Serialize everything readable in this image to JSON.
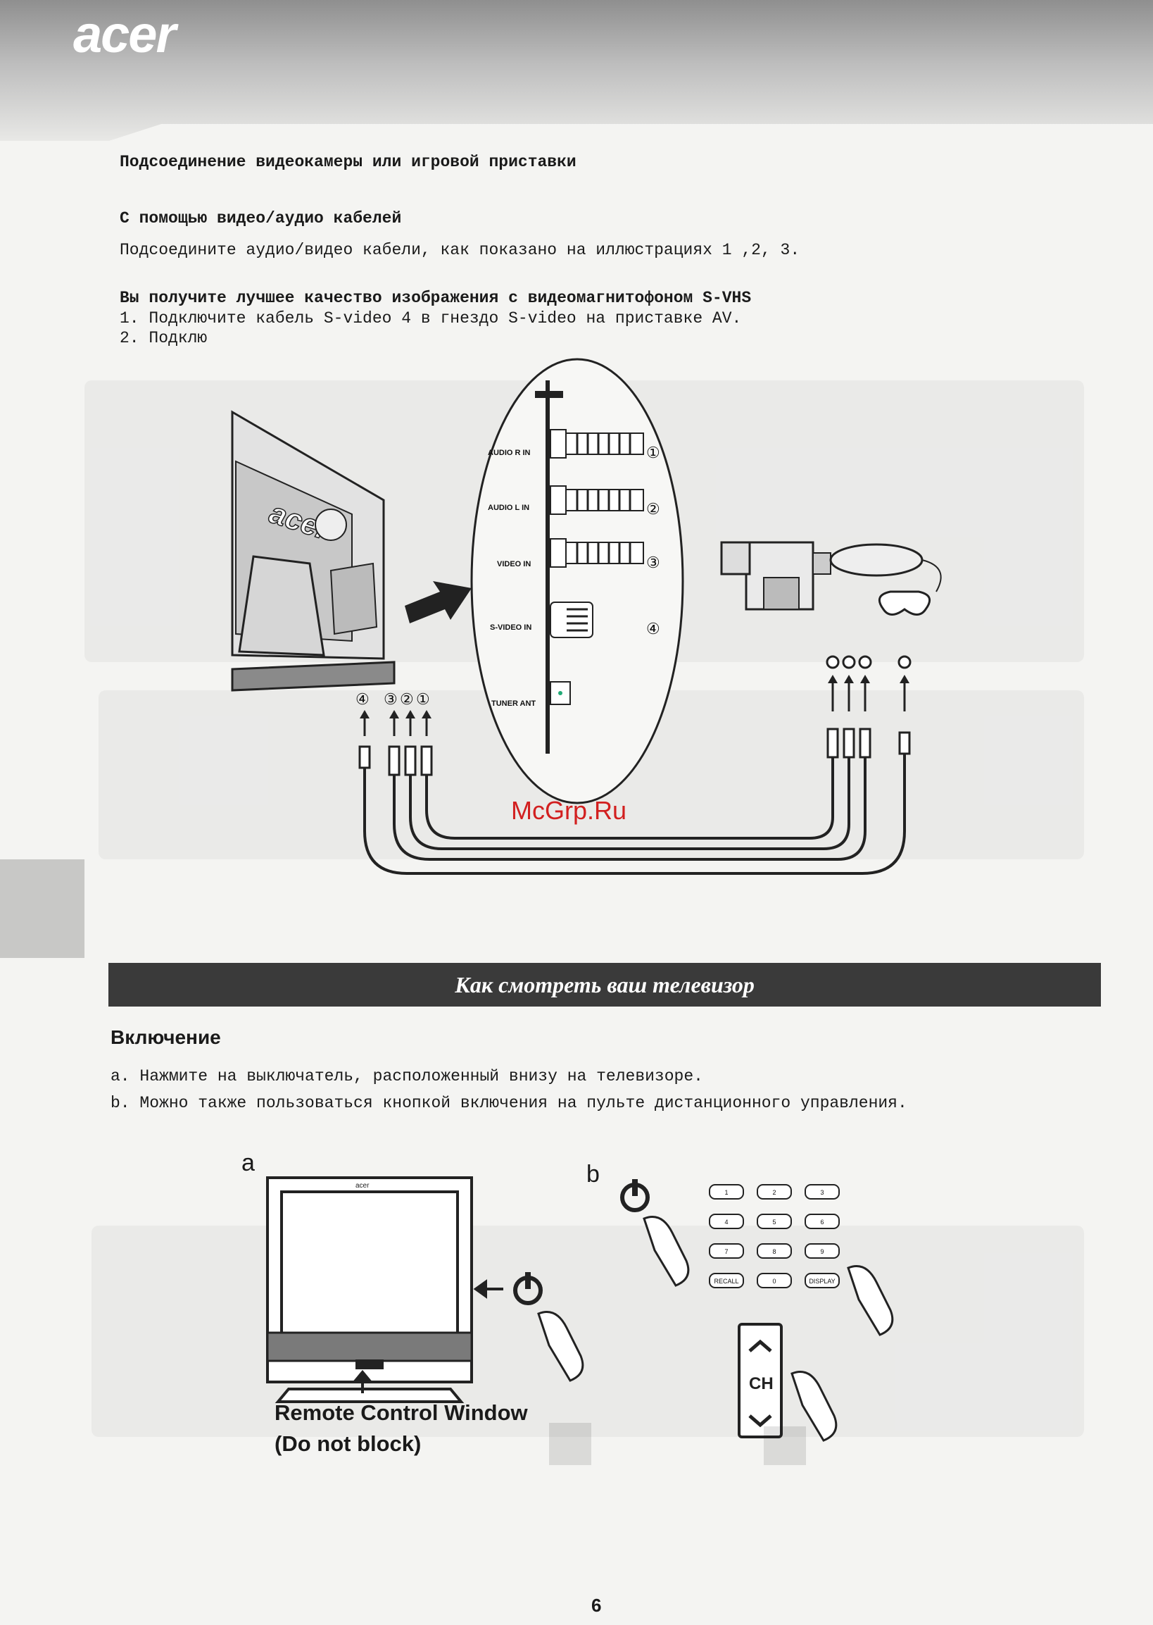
{
  "header": {
    "brand": "acer"
  },
  "section1": {
    "title": "Подсоединение видеокамеры или игровой приставки",
    "subtitle": "С помощью видео/аудио кабелей",
    "line1": "Подсоедините аудио/видео кабели, как показано на иллюстрациях 1 ,2, 3.",
    "quality_heading": "Вы получите лучшее качество изображения с видеомагнитофоном S-VHS",
    "step1": "1. Подключите кабель S-video 4 в гнездо S-video на приставке AV.",
    "step2": "2. Подклю"
  },
  "diagram1": {
    "monitor_brand": "acer",
    "ports": [
      {
        "label": "AUDIO R IN",
        "number": "①"
      },
      {
        "label": "AUDIO L IN",
        "number": "②"
      },
      {
        "label": "VIDEO IN",
        "number": "③"
      },
      {
        "label": "S-VIDEO IN",
        "number": "④"
      }
    ],
    "tuner_label": "TUNER ANT",
    "cable_numbers_left": [
      "④",
      "③",
      "②",
      "①"
    ]
  },
  "watermark": "McGrp.Ru",
  "section2": {
    "bar_title": "Как смотреть ваш телевизор",
    "heading": "Включение",
    "item_a": "a. Нажмите на выключатель, расположенный внизу на телевизоре.",
    "item_b": "b. Можно также пользоваться кнопкой включения на пульте дистанционного управления."
  },
  "figure2": {
    "letter_a": "a",
    "letter_b": "b",
    "tv_brand": "acer",
    "caption_line1": "Remote Control Window",
    "caption_line2": "(Do not  block)",
    "remote_keys": [
      "1",
      "2",
      "3",
      "4",
      "5",
      "6",
      "7",
      "8",
      "9",
      "RECALL",
      "0",
      "DISPLAY"
    ],
    "ch_label": "CH"
  },
  "footer": {
    "page_number": "6"
  }
}
